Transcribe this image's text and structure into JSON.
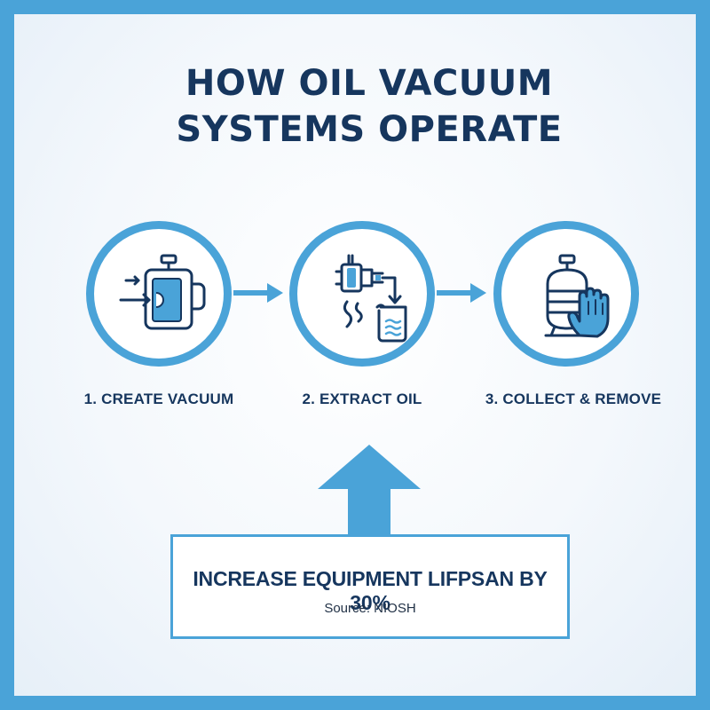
{
  "title": {
    "line1": "HOW OIL VACUUM",
    "line2": "SYSTEMS OPERATE"
  },
  "steps": [
    {
      "label": "1. CREATE VACUUM",
      "icon": "vacuum-pump-icon"
    },
    {
      "label": "2. EXTRACT OIL",
      "icon": "oil-extraction-icon"
    },
    {
      "label": "3. COLLECT & REMOVE",
      "icon": "collection-tank-hand-icon"
    }
  ],
  "callout": {
    "headline": "INCREASE EQUIPMENT LIFPSAN BY 30%",
    "source": "Source: NIOSH"
  },
  "colors": {
    "accent": "#4aa3d8",
    "navy": "#16365e",
    "icon_fill": "#4aa3d8"
  }
}
